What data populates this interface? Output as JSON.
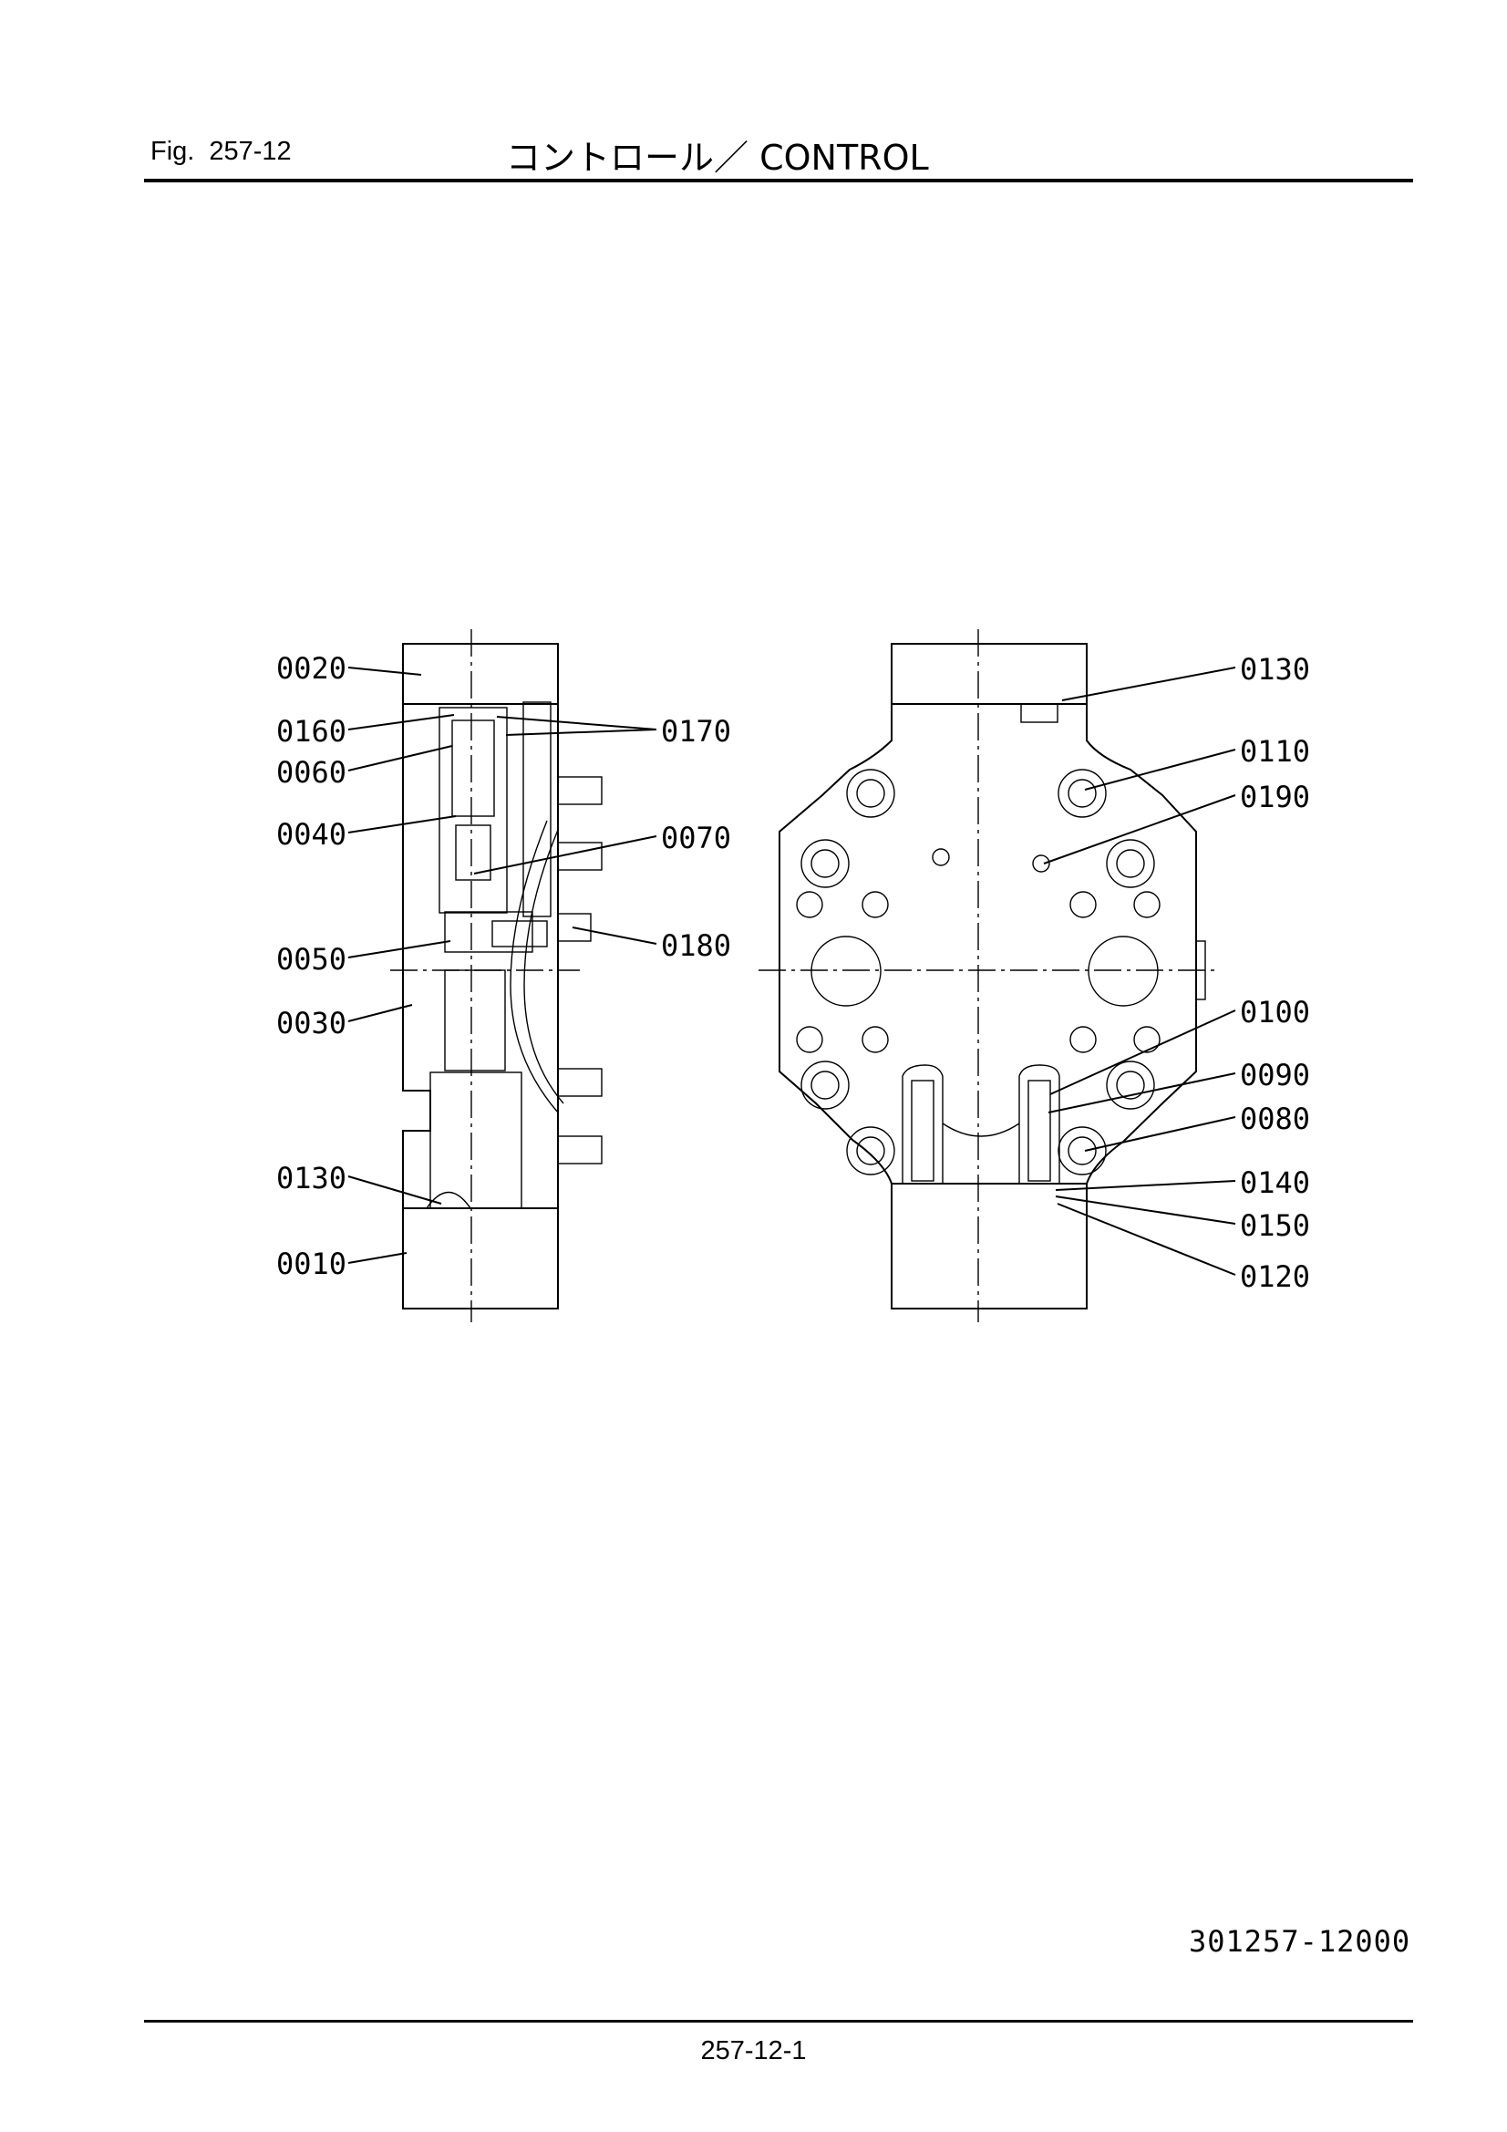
{
  "header": {
    "fig_label": "Fig.",
    "fig_number": "257-12",
    "title": "コントロール／ CONTROL"
  },
  "footer": {
    "document_number": "301257-12000",
    "page_number": "257-12-1"
  },
  "diagram": {
    "left_view_labels": [
      "0020",
      "0160",
      "0060",
      "0040",
      "0050",
      "0030",
      "0130",
      "0010"
    ],
    "center_labels": [
      "0170",
      "0070",
      "0180"
    ],
    "right_view_labels": [
      "0130",
      "0110",
      "0190",
      "0100",
      "0090",
      "0080",
      "0140",
      "0150",
      "0120"
    ]
  }
}
